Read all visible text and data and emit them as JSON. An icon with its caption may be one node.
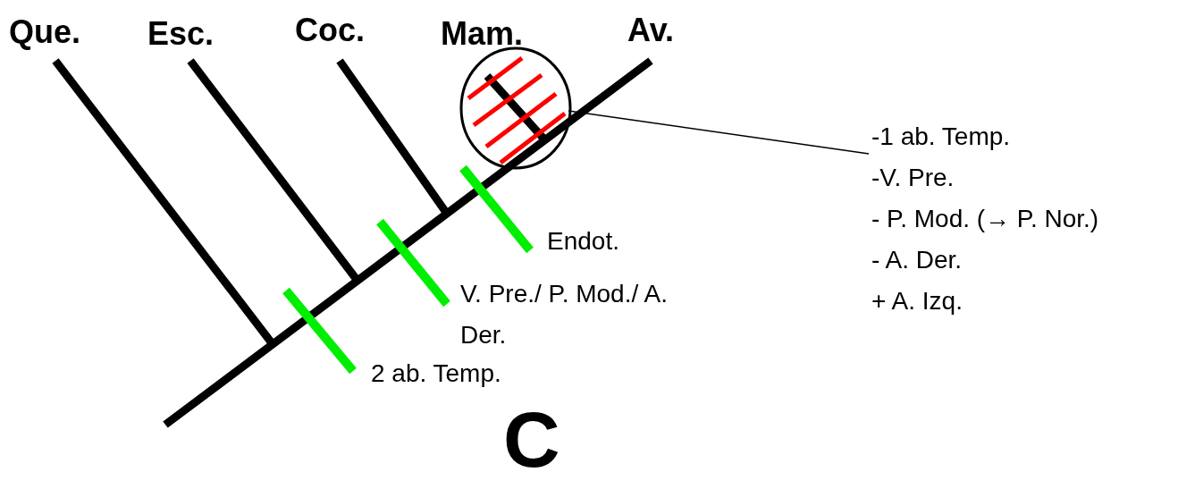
{
  "diagram": {
    "nodes": [
      {
        "text": [],
        "shape": "circle"
      },
      {
        "text": [
          "-1 ab. Temp.",
          "-V. Pre.",
          "- P. Mod. (→ P. Nor.)",
          "- A. Der.",
          "+ A. Izq."
        ]
      }
    ],
    "edges": [
      {
        "from": 1,
        "to": 0,
        "arrow": "none"
      }
    ],
    "labels": [
      "Que.",
      "Esc.",
      "Coc.",
      "Mam.",
      "Av.",
      "Endot.",
      "V. Pre./ P. Mod./ A. Der.",
      "2 ab. Temp.",
      "C"
    ]
  }
}
